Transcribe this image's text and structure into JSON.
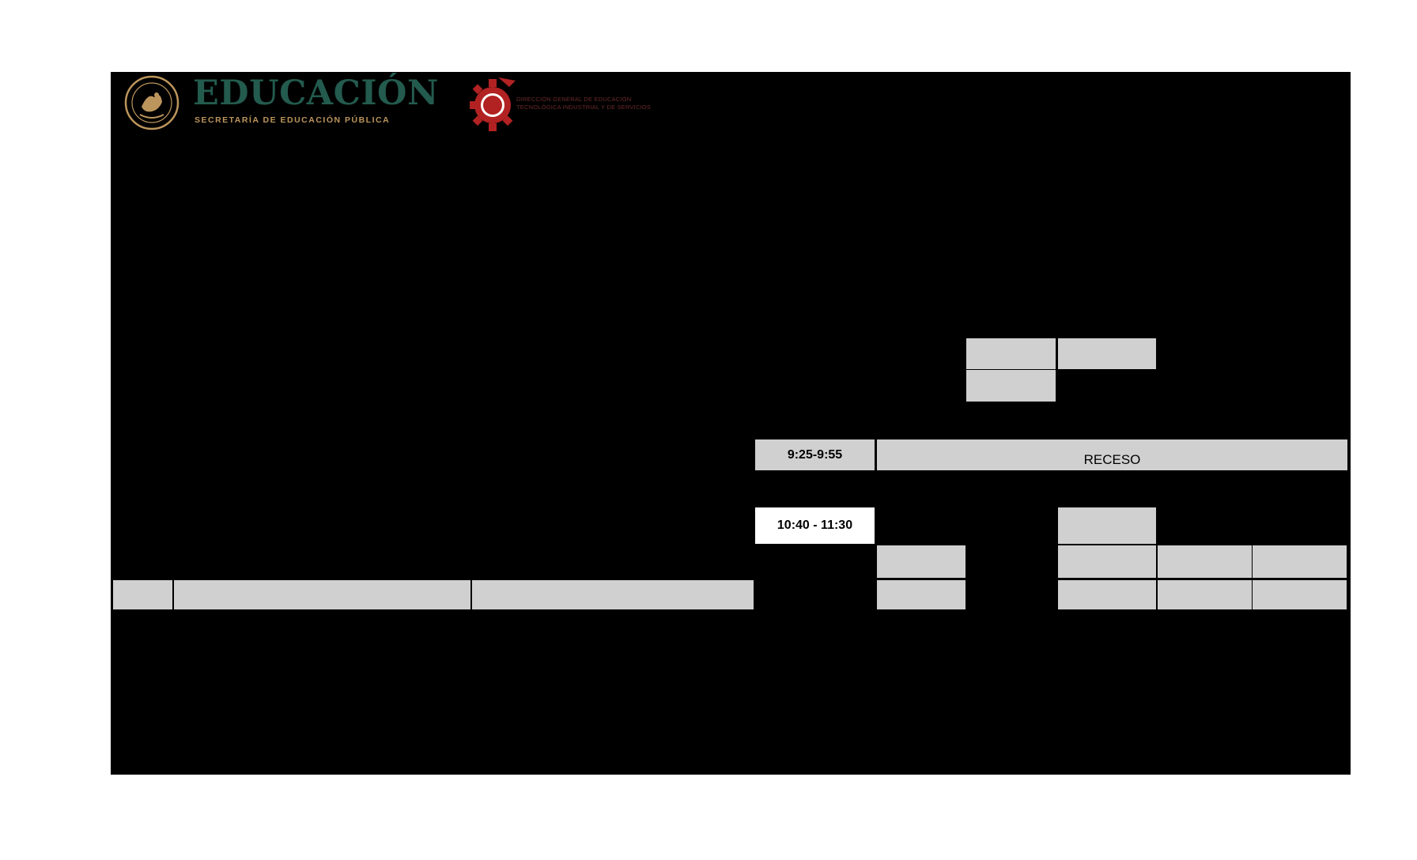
{
  "header": {
    "title": "EDUCACIÓN",
    "subtitle": "SECRETARÍA DE EDUCACIÓN PÚBLICA",
    "dgeti_line1": "DIRECCIÓN GENERAL DE EDUCACIÓN",
    "dgeti_line2": "TECNOLÓGICA INDUSTRIAL Y DE SERVICIOS",
    "colors": {
      "sep_green": "#235b4e",
      "sep_gold": "#bc955c",
      "dgeti_red": "#b22222"
    }
  },
  "schedule": {
    "recess_time": "9:25-9:55",
    "recess_label": "RECESO",
    "slot_time": "10:40 - 11:30"
  },
  "colors": {
    "sheet": "#000000",
    "cell": "#d0d0d0",
    "page": "#ffffff"
  }
}
